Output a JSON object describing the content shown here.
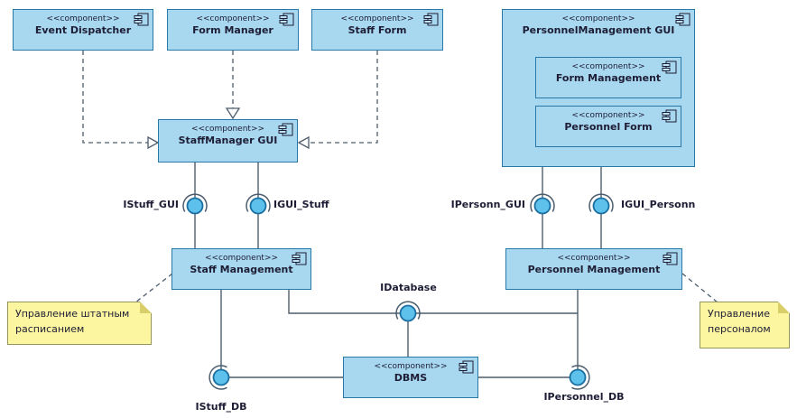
{
  "stereotype": "<<component>>",
  "components": {
    "event_dispatcher": "Event Dispatcher",
    "form_manager": "Form Manager",
    "staff_form": "Staff Form",
    "personnel_management_gui": "PersonnelManagement GUI",
    "form_management": "Form Management",
    "personnel_form": "Personnel Form",
    "staffmanager_gui": "StaffManager GUI",
    "staff_management": "Staff Management",
    "personnel_management": "Personnel Management",
    "dbms": "DBMS"
  },
  "interfaces": {
    "istuff_gui": "IStuff_GUI",
    "igui_stuff": "IGUI_Stuff",
    "ipersonn_gui": "IPersonn_GUI",
    "igui_personn": "IGUI_Personn",
    "idatabase": "IDatabase",
    "istuff_db": "IStuff_DB",
    "ipersonnel_db": "IPersonnel_DB"
  },
  "notes": {
    "staff": {
      "line1": "Управление штатным",
      "line2": "расписанием"
    },
    "personnel": {
      "line1": "Управление",
      "line2": "персоналом"
    }
  },
  "colors": {
    "component_fill": "#a8d8f0",
    "component_border": "#2878a8",
    "ball_fill": "#5ec1ec",
    "connector": "#4d5d6d",
    "note_fill": "#fdf6a0"
  }
}
